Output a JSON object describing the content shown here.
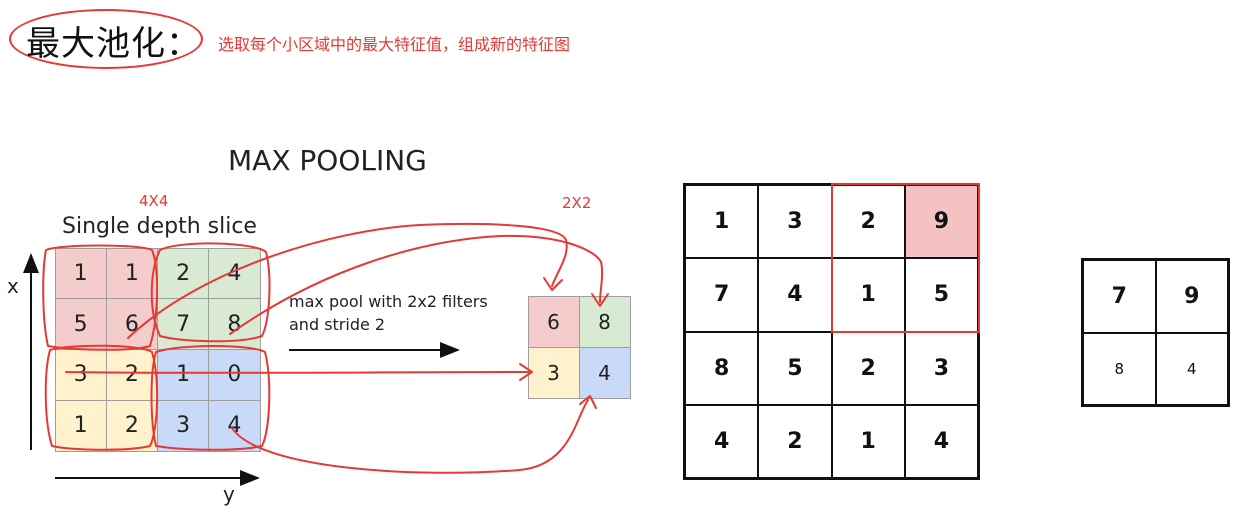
{
  "header": {
    "title": "最大池化：",
    "description": "选取每个小区域中的最大特征值，组成新的特征图"
  },
  "figure": {
    "heading": "MAX POOLING",
    "input_size_label": "4X4",
    "output_size_label": "2X2",
    "slice_label": "Single depth slice",
    "x_axis_label": "x",
    "y_axis_label": "y",
    "operation_line1": "max pool with 2x2 filters",
    "operation_line2": "and stride 2",
    "input_grid": [
      [
        "1",
        "1",
        "2",
        "4"
      ],
      [
        "5",
        "6",
        "7",
        "8"
      ],
      [
        "3",
        "2",
        "1",
        "0"
      ],
      [
        "1",
        "2",
        "3",
        "4"
      ]
    ],
    "output_grid": [
      [
        "6",
        "8"
      ],
      [
        "3",
        "4"
      ]
    ]
  },
  "example": {
    "input_grid": [
      [
        "1",
        "3",
        "2",
        "9"
      ],
      [
        "7",
        "4",
        "1",
        "5"
      ],
      [
        "8",
        "5",
        "2",
        "3"
      ],
      [
        "4",
        "2",
        "1",
        "4"
      ]
    ],
    "highlighted_value": "9",
    "result_grid": [
      [
        "7",
        "9"
      ],
      [
        "8",
        "4"
      ]
    ]
  },
  "colors": {
    "annotation_red": "#e53935",
    "pink": "#f4cccc",
    "green": "#d9ead3",
    "yellow": "#fff2cc",
    "blue": "#c9daf8",
    "highlight": "#f4c2c2"
  }
}
